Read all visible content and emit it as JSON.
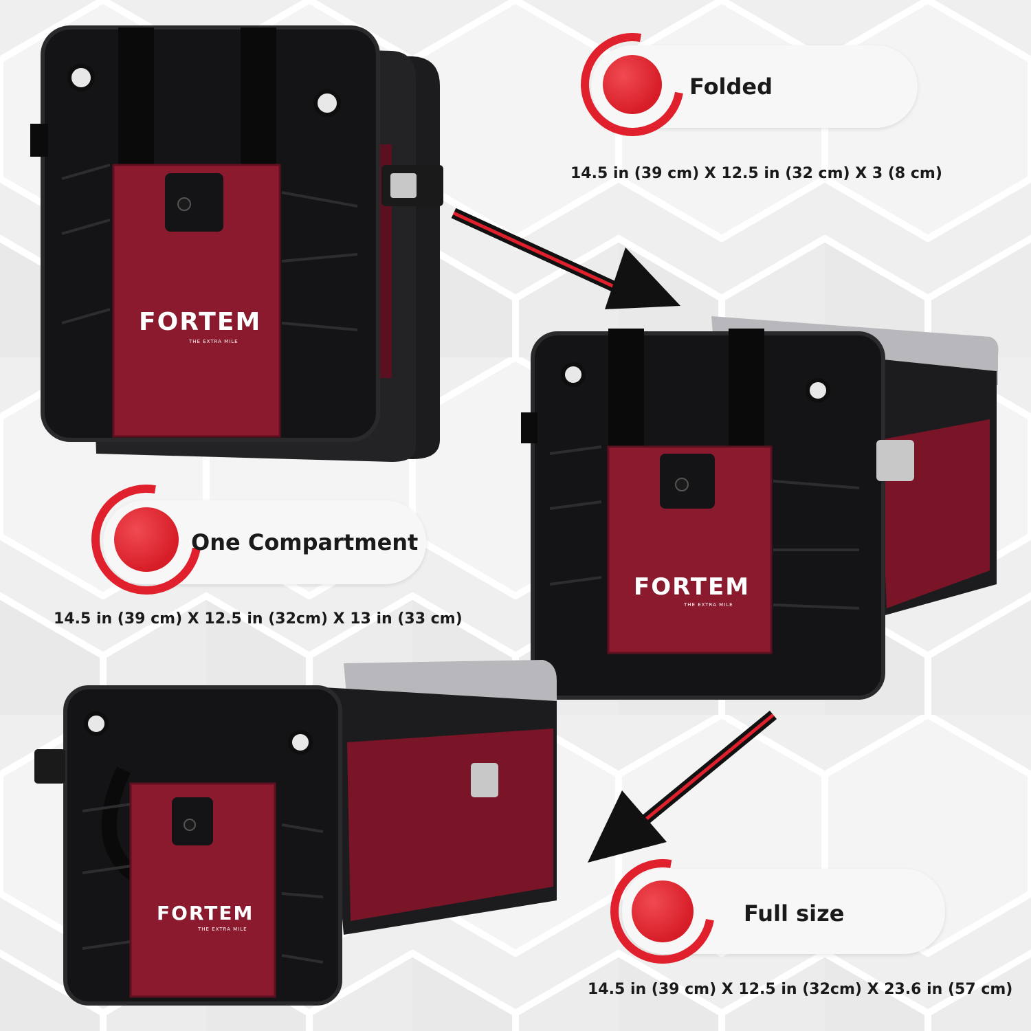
{
  "colors": {
    "accent_red": "#e0202c",
    "organizer_red": "#8c1a2e",
    "organizer_black": "#141416",
    "background": "#efefef"
  },
  "brand": {
    "logo_text": "FORTEM",
    "tagline": "THE EXTRA MILE"
  },
  "states": [
    {
      "id": "folded",
      "title": "Folded",
      "dimensions": "14.5 in (39 cm) X 12.5 in (32 cm) X 3 (8 cm)"
    },
    {
      "id": "one-compartment",
      "title": "One Compartment",
      "dimensions": "14.5 in (39 cm) X 12.5 in (32cm) X 13 in (33 cm)"
    },
    {
      "id": "full-size",
      "title": "Full size",
      "dimensions": "14.5 in (39 cm) X 12.5 in (32cm) X 23.6 in (57 cm)"
    }
  ],
  "icons": {
    "badge": "red-circle-badge-icon",
    "arrow": "red-black-arrow-icon"
  }
}
